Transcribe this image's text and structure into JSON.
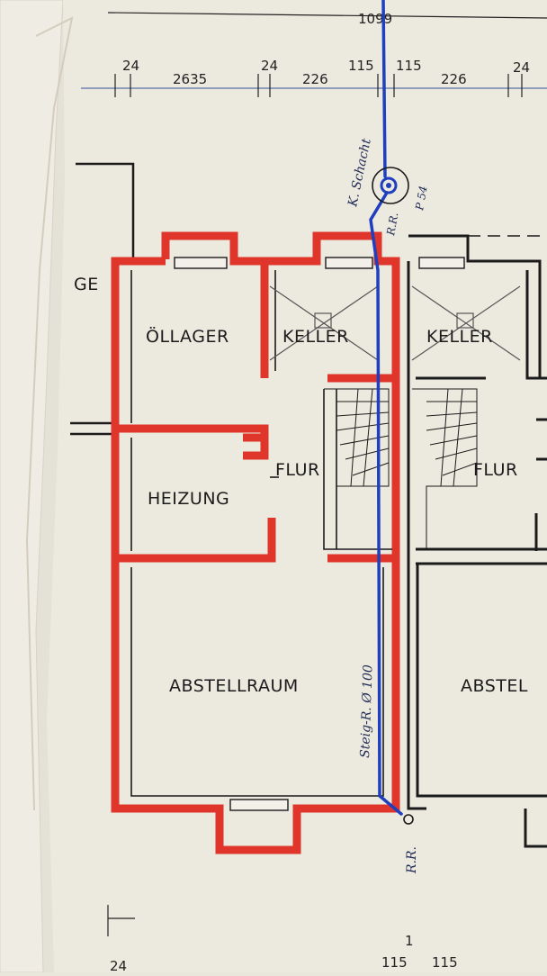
{
  "dimensions": {
    "total": "1099",
    "segments": [
      "24",
      "2635",
      "24",
      "226",
      "115",
      "115",
      "226",
      "24"
    ],
    "bottom": [
      "24",
      "115",
      "1",
      "115"
    ]
  },
  "rooms": {
    "garage_partial": "GE",
    "oellager": "ÖLLAGER",
    "keller_left": "KELLER",
    "keller_right": "KELLER",
    "heizung": "HEIZUNG",
    "flur_left": "FLUR",
    "flur_right": "FLUR",
    "abstellraum": "ABSTELLRAUM",
    "abstell_partial": "ABSTEL"
  },
  "annotations": {
    "k_schacht": "K. Schacht",
    "pipe": "Steig-R. Ø 100",
    "rr_bottom": "R.R.",
    "rr_top": "R.R.",
    "p_top": "P 54"
  },
  "colors": {
    "paper": "#ece9df",
    "ink": "#1b1b1b",
    "red_wall": "#e0352a",
    "blue_pen": "#1f3fbf"
  }
}
